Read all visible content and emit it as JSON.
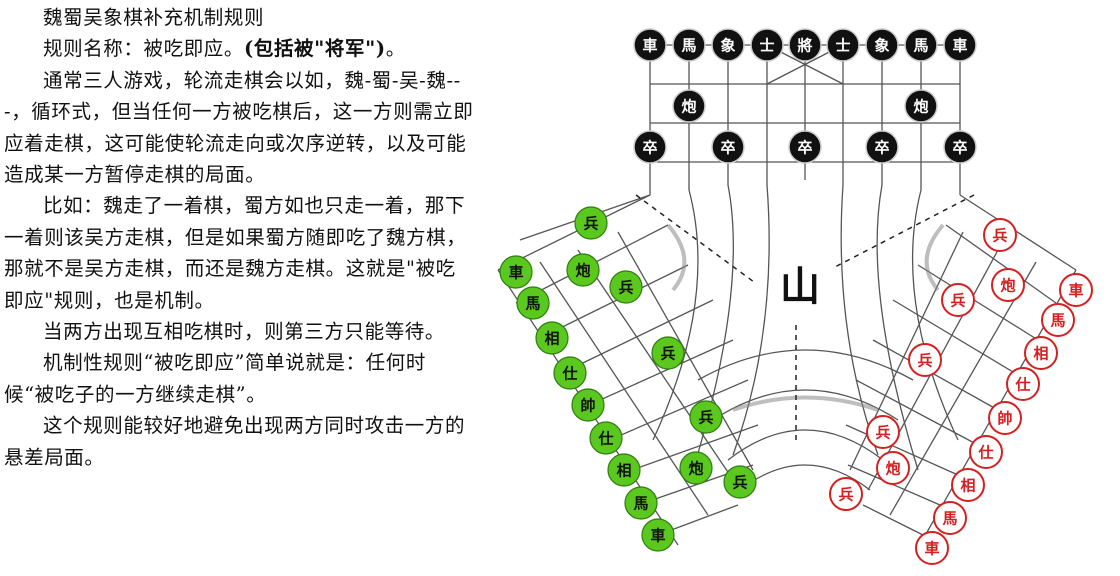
{
  "article": {
    "title": "魏蜀吴象棋补充机制规则",
    "rule_name_prefix": "规则名称：被吃即应。",
    "rule_name_bold": "(包括被\"将军\")",
    "rule_name_suffix": "。",
    "para1": "通常三人游戏，轮流走棋会以如，魏-蜀-吴-魏---，循环式，但当任何一方被吃棋后，这一方则需立即应着走棋，这可能使轮流走向或次序逆转，以及可能造成某一方暂停走棋的局面。",
    "para2": "比如：魏走了一着棋，蜀方如也只走一着，那下一着则该吴方走棋，但是如果蜀方随即吃了魏方棋，那就不是吴方走棋，而还是魏方走棋。这就是\"被吃即应\"规则，也是机制。",
    "para3": "当两方出现互相吃棋时，则第三方只能等待。",
    "para4": "机制性规则“被吃即应”简单说就是：任何时候“被吃子的一方继续走棋”。",
    "para5": "这个规则能较好地避免出现两方同时攻击一方的悬差局面。"
  },
  "board": {
    "center_label": "山",
    "colors": {
      "black": "#111111",
      "green": "#5ac81e",
      "red": "#d42020",
      "line": "#555555"
    },
    "black_back_row": [
      "車",
      "馬",
      "象",
      "士",
      "將",
      "士",
      "象",
      "馬",
      "車"
    ],
    "black_cannons": [
      "炮",
      "炮"
    ],
    "black_soldiers": [
      "卒",
      "卒",
      "卒",
      "卒",
      "卒"
    ],
    "green_back_row": [
      "車",
      "馬",
      "相",
      "仕",
      "帥",
      "仕",
      "相",
      "馬",
      "車"
    ],
    "green_cannons": [
      "炮",
      "炮"
    ],
    "green_soldiers": [
      "兵",
      "兵",
      "兵",
      "兵",
      "兵"
    ],
    "red_back_row": [
      "車",
      "馬",
      "相",
      "仕",
      "帥",
      "仕",
      "相",
      "馬",
      "車"
    ],
    "red_cannons": [
      "炮",
      "炮"
    ],
    "red_soldiers": [
      "兵",
      "兵",
      "兵",
      "兵",
      "兵"
    ]
  }
}
